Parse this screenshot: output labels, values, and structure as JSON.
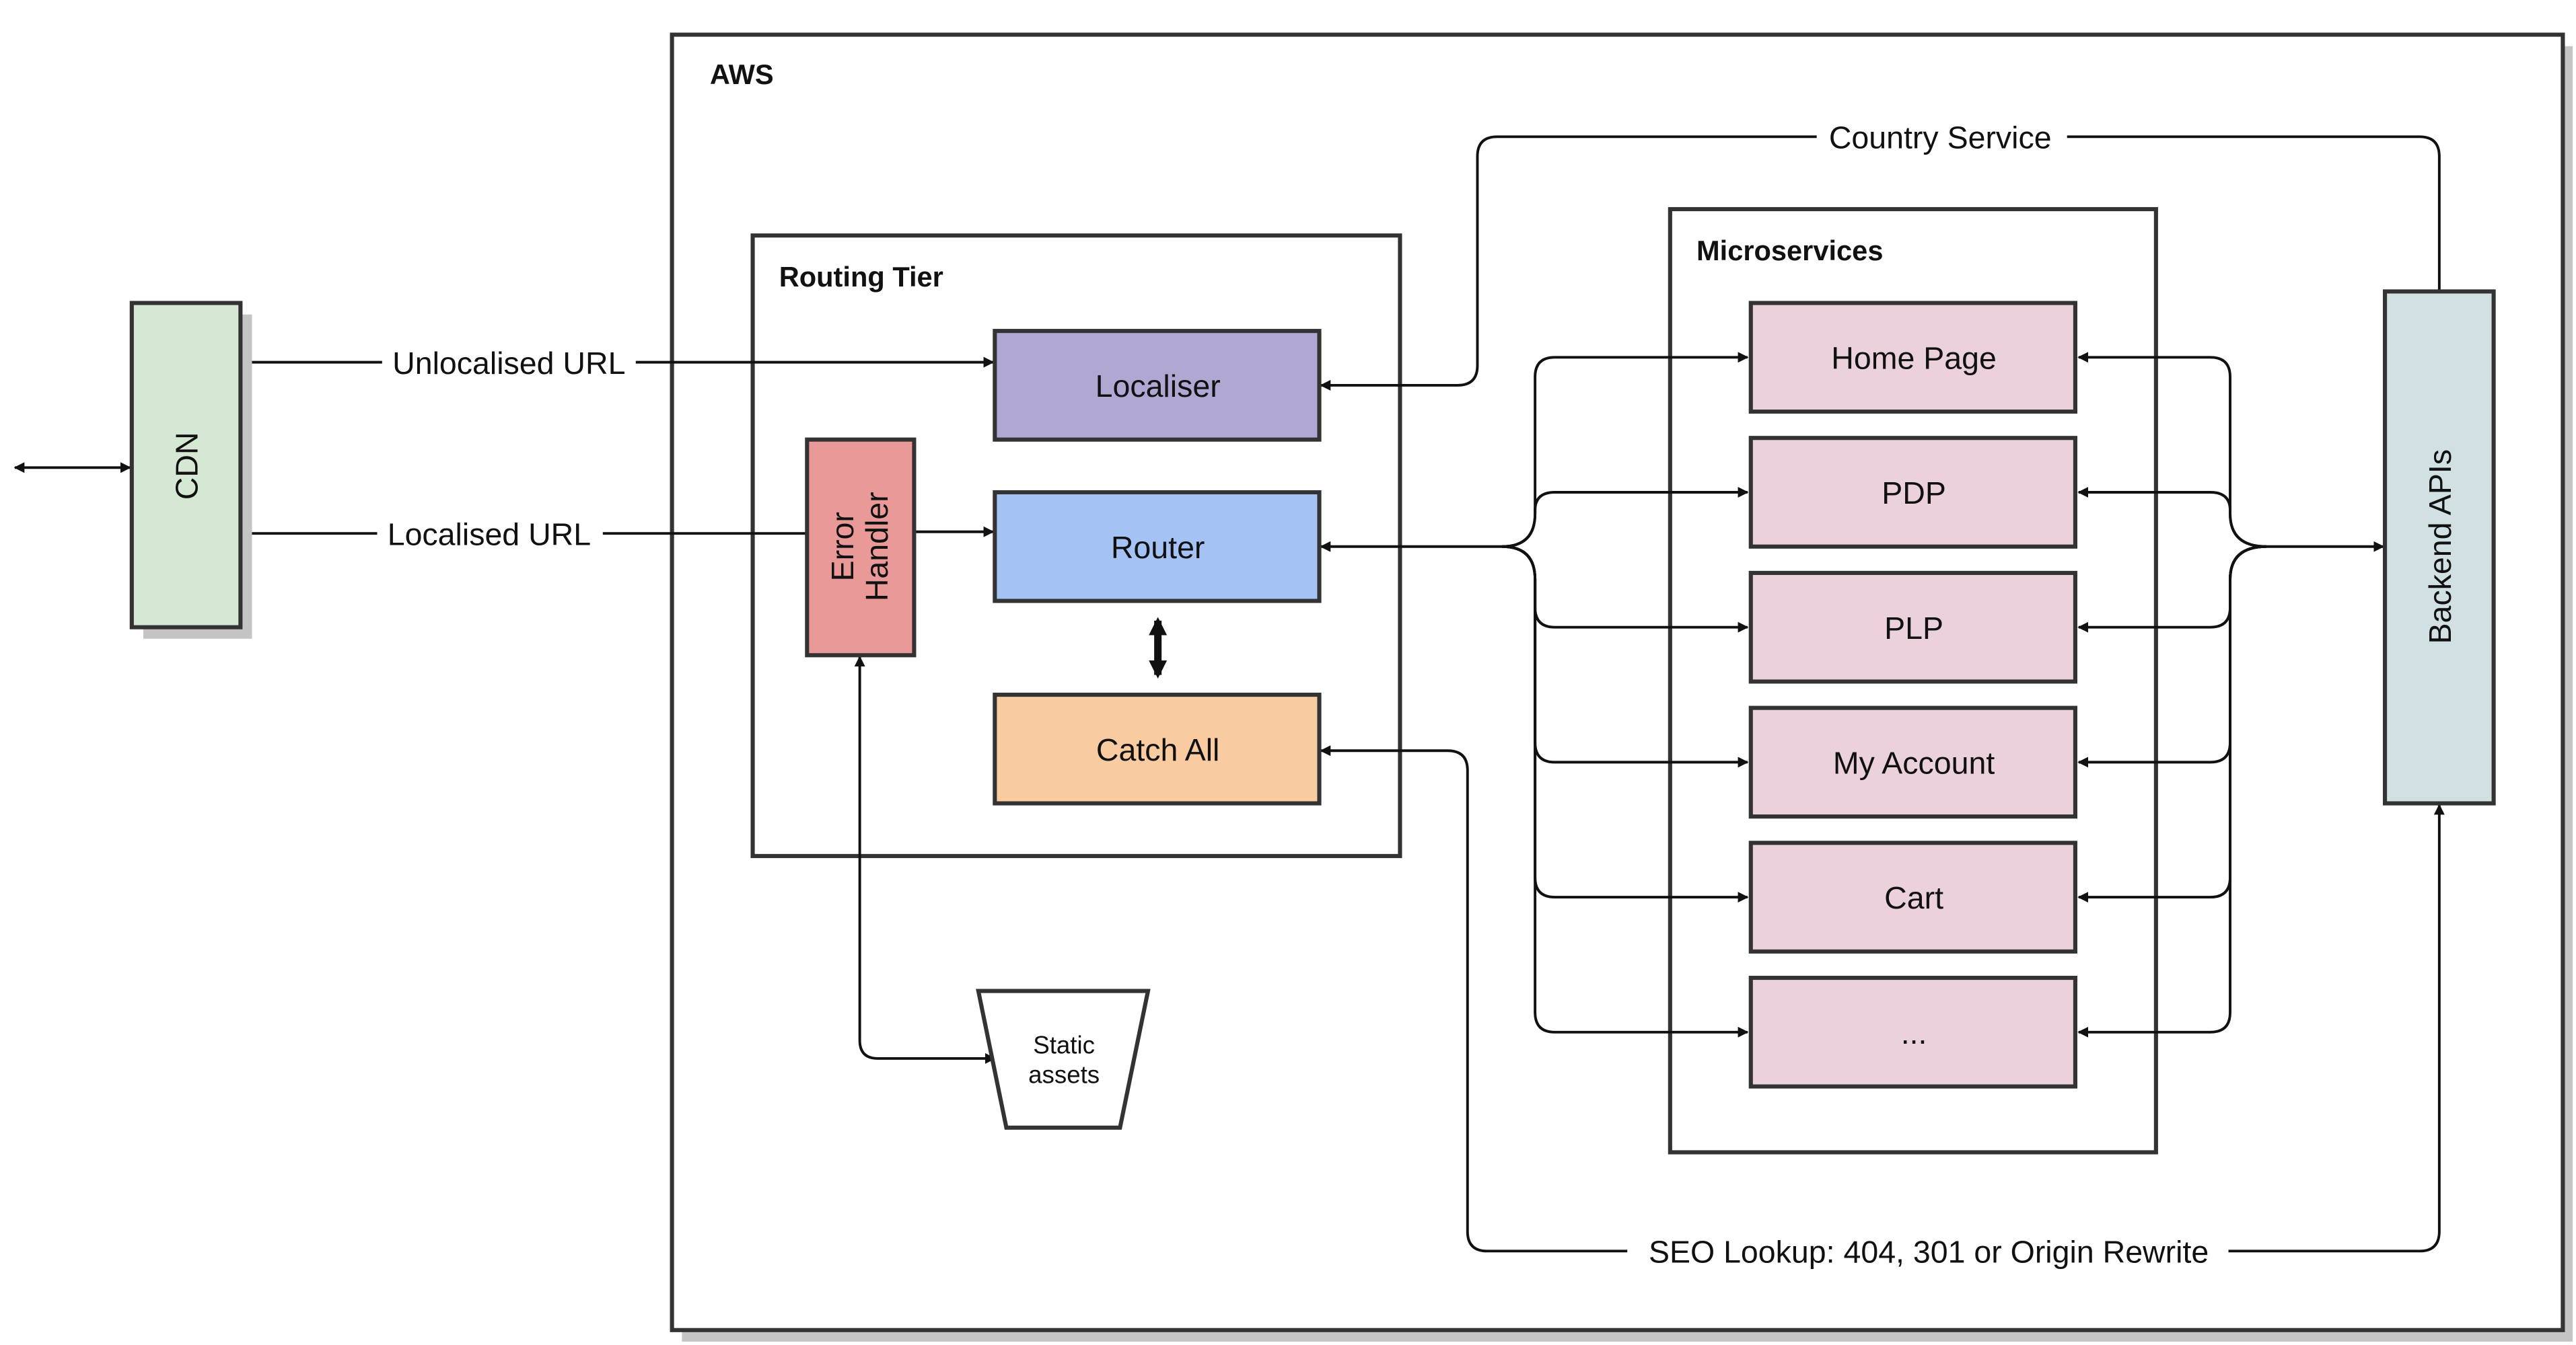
{
  "aws": {
    "title": "AWS"
  },
  "routing_tier": {
    "title": "Routing Tier"
  },
  "microservices": {
    "title": "Microservices",
    "items": [
      {
        "label": "Home Page"
      },
      {
        "label": "PDP"
      },
      {
        "label": "PLP"
      },
      {
        "label": "My Account"
      },
      {
        "label": "Cart"
      },
      {
        "label": "..."
      }
    ]
  },
  "nodes": {
    "cdn": "CDN",
    "localiser": "Localiser",
    "router": "Router",
    "catch_all": "Catch All",
    "error_handler_line1": "Error",
    "error_handler_line2": "Handler",
    "static_assets_line1": "Static",
    "static_assets_line2": "assets",
    "backend_apis": "Backend APIs"
  },
  "edge_labels": {
    "unlocalised_url": "Unlocalised URL",
    "localised_url": "Localised URL",
    "country_service": "Country Service",
    "seo_lookup": "SEO Lookup: 404, 301 or Origin Rewrite"
  },
  "colors": {
    "cdn_fill": "#d5e8d4",
    "localiser_fill": "#b1a7d3",
    "router_fill": "#a4c2f4",
    "catch_all_fill": "#f8cba1",
    "error_handler_fill": "#ea9999",
    "microservice_fill": "#ead1dc",
    "backend_fill": "#d0e0e3",
    "stroke": "#333333",
    "shadow": "#c4c4c4"
  }
}
